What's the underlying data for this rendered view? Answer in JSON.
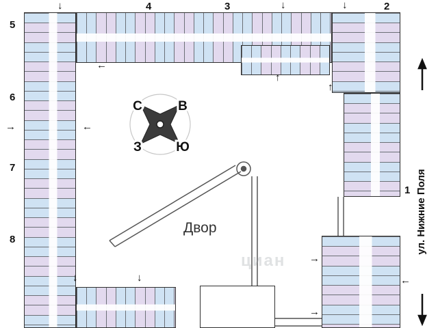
{
  "plan": {
    "courtyard_label": "Двор",
    "street_label": "ул. Нижние Поля",
    "watermark": "циан"
  },
  "compass": {
    "north": "С",
    "east": "В",
    "west": "З",
    "south": "Ю"
  },
  "building_numbers": {
    "b1": "1",
    "b2": "2",
    "b3": "3",
    "b4": "4",
    "b5": "5",
    "b6": "6",
    "b7": "7",
    "b8": "8"
  },
  "icons": {
    "arrow_up": "↑",
    "arrow_down": "↓",
    "arrow_left": "←",
    "arrow_right": "→"
  },
  "colors": {
    "unit_blue": "#cfe2f3",
    "unit_lilac": "#e2d9ee",
    "outline": "#2f2f2f",
    "arrow": "#111111"
  }
}
